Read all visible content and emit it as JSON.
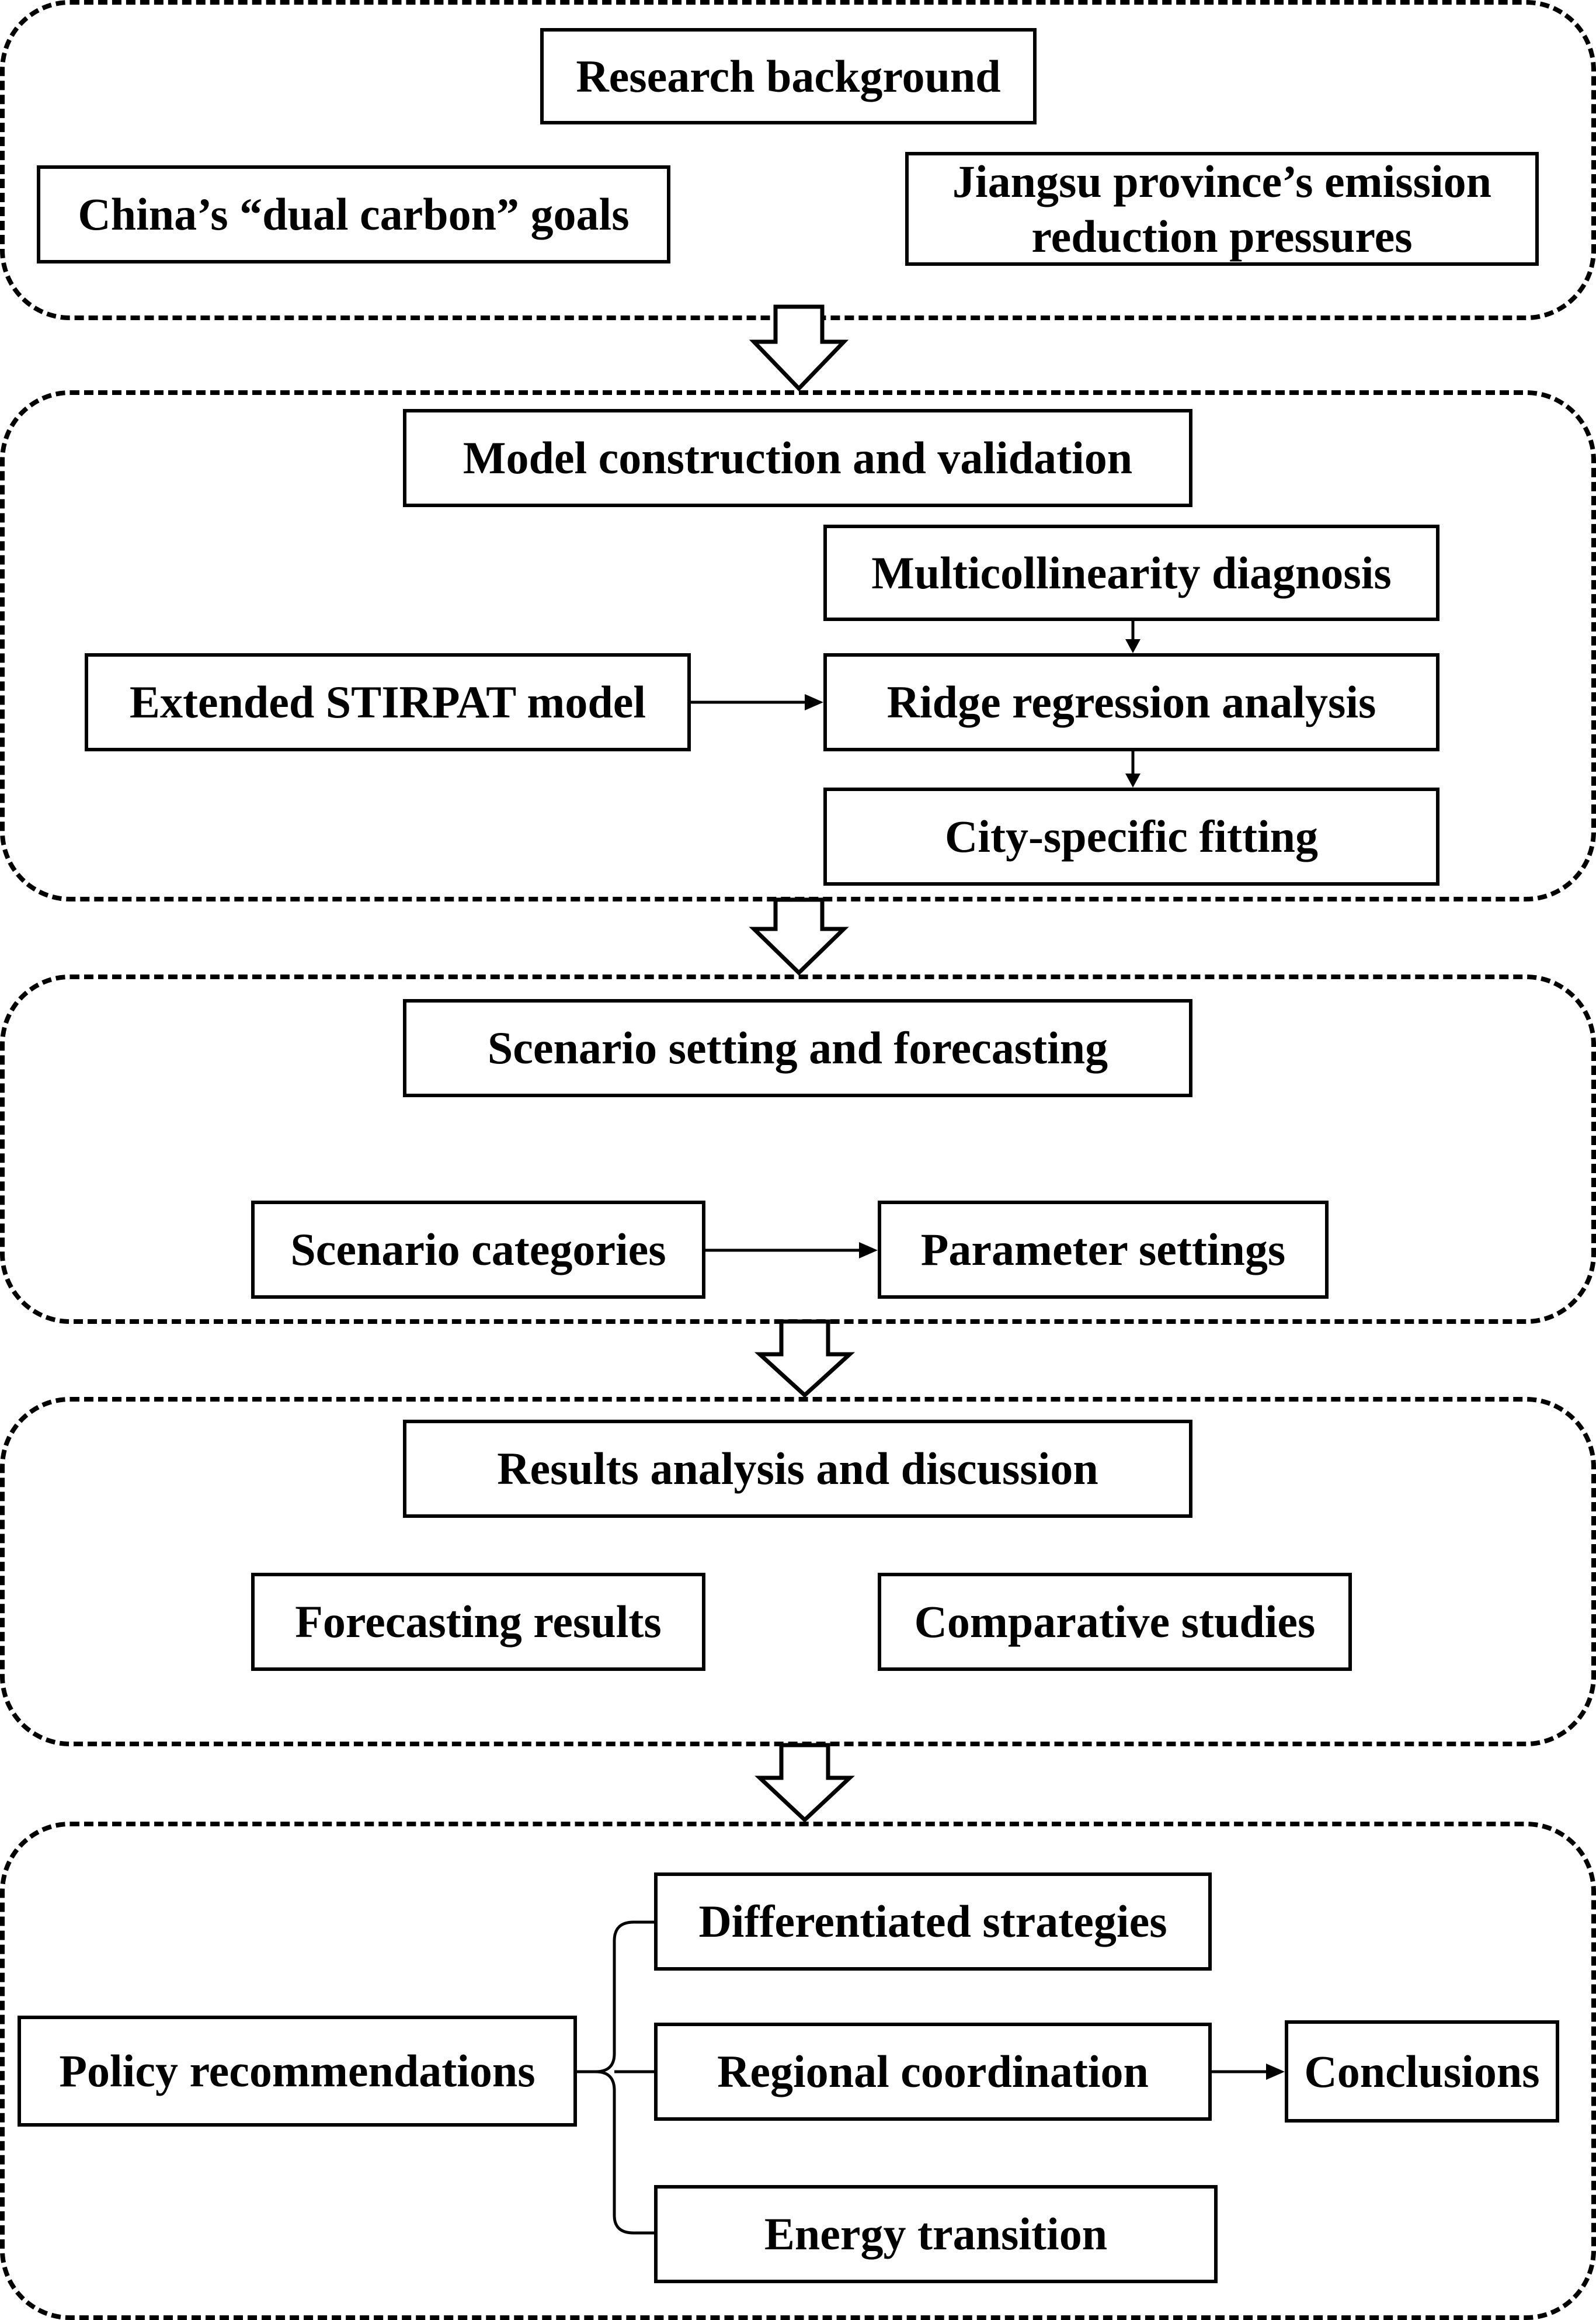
{
  "sections": [
    {
      "id": "s1",
      "title": "Research background",
      "items": [
        "China’s “dual carbon” goals",
        "Jiangsu province’s emission reduction pressures"
      ]
    },
    {
      "id": "s2",
      "title": "Model construction and validation",
      "items": [
        "Extended STIRPAT model",
        "Multicollinearity diagnosis",
        "Ridge regression analysis",
        "City-specific fitting"
      ]
    },
    {
      "id": "s3",
      "title": "Scenario setting and forecasting",
      "items": [
        "Scenario categories",
        "Parameter settings"
      ]
    },
    {
      "id": "s4",
      "title": "Results analysis and discussion",
      "items": [
        "Forecasting results",
        "Comparative studies"
      ]
    },
    {
      "id": "s5",
      "title": "",
      "items": [
        "Policy recommendations",
        "Differentiated strategies",
        "Regional coordination",
        "Energy transition",
        "Conclusions"
      ]
    }
  ],
  "jiangsu_lines": [
    "Jiangsu province’s emission",
    "reduction pressures"
  ]
}
